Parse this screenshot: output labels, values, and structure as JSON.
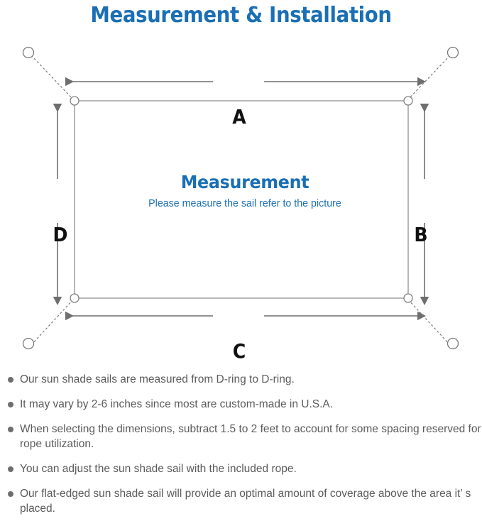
{
  "page": {
    "title": "Measurement & Installation",
    "title_color": "#1a6fb5",
    "background": "#ffffff"
  },
  "diagram": {
    "center": {
      "heading": "Measurement",
      "subheading": "Please measure the sail refer to the picture",
      "color": "#1a6fb5"
    },
    "dimension_labels": {
      "top": "A",
      "right": "B",
      "bottom": "C",
      "left": "D"
    },
    "elements": {
      "sail_shape": "rectangle",
      "sail_stroke_color": "#8c8c8c",
      "arrow_color": "#6e6e6e",
      "rope_style": "dashed",
      "d_ring_count": 4,
      "anchor_point_count": 4
    }
  },
  "notes": [
    "Our sun shade sails are measured from D-ring to D-ring.",
    "It may vary by 2-6 inches since most are custom-made in U.S.A.",
    "When selecting the dimensions, subtract 1.5 to 2 feet to account for some spacing reserved for rope utilization.",
    "You can adjust the sun shade sail with the included rope.",
    "Our flat-edged sun shade sail will provide an optimal amount of coverage above the area it’ s placed."
  ]
}
